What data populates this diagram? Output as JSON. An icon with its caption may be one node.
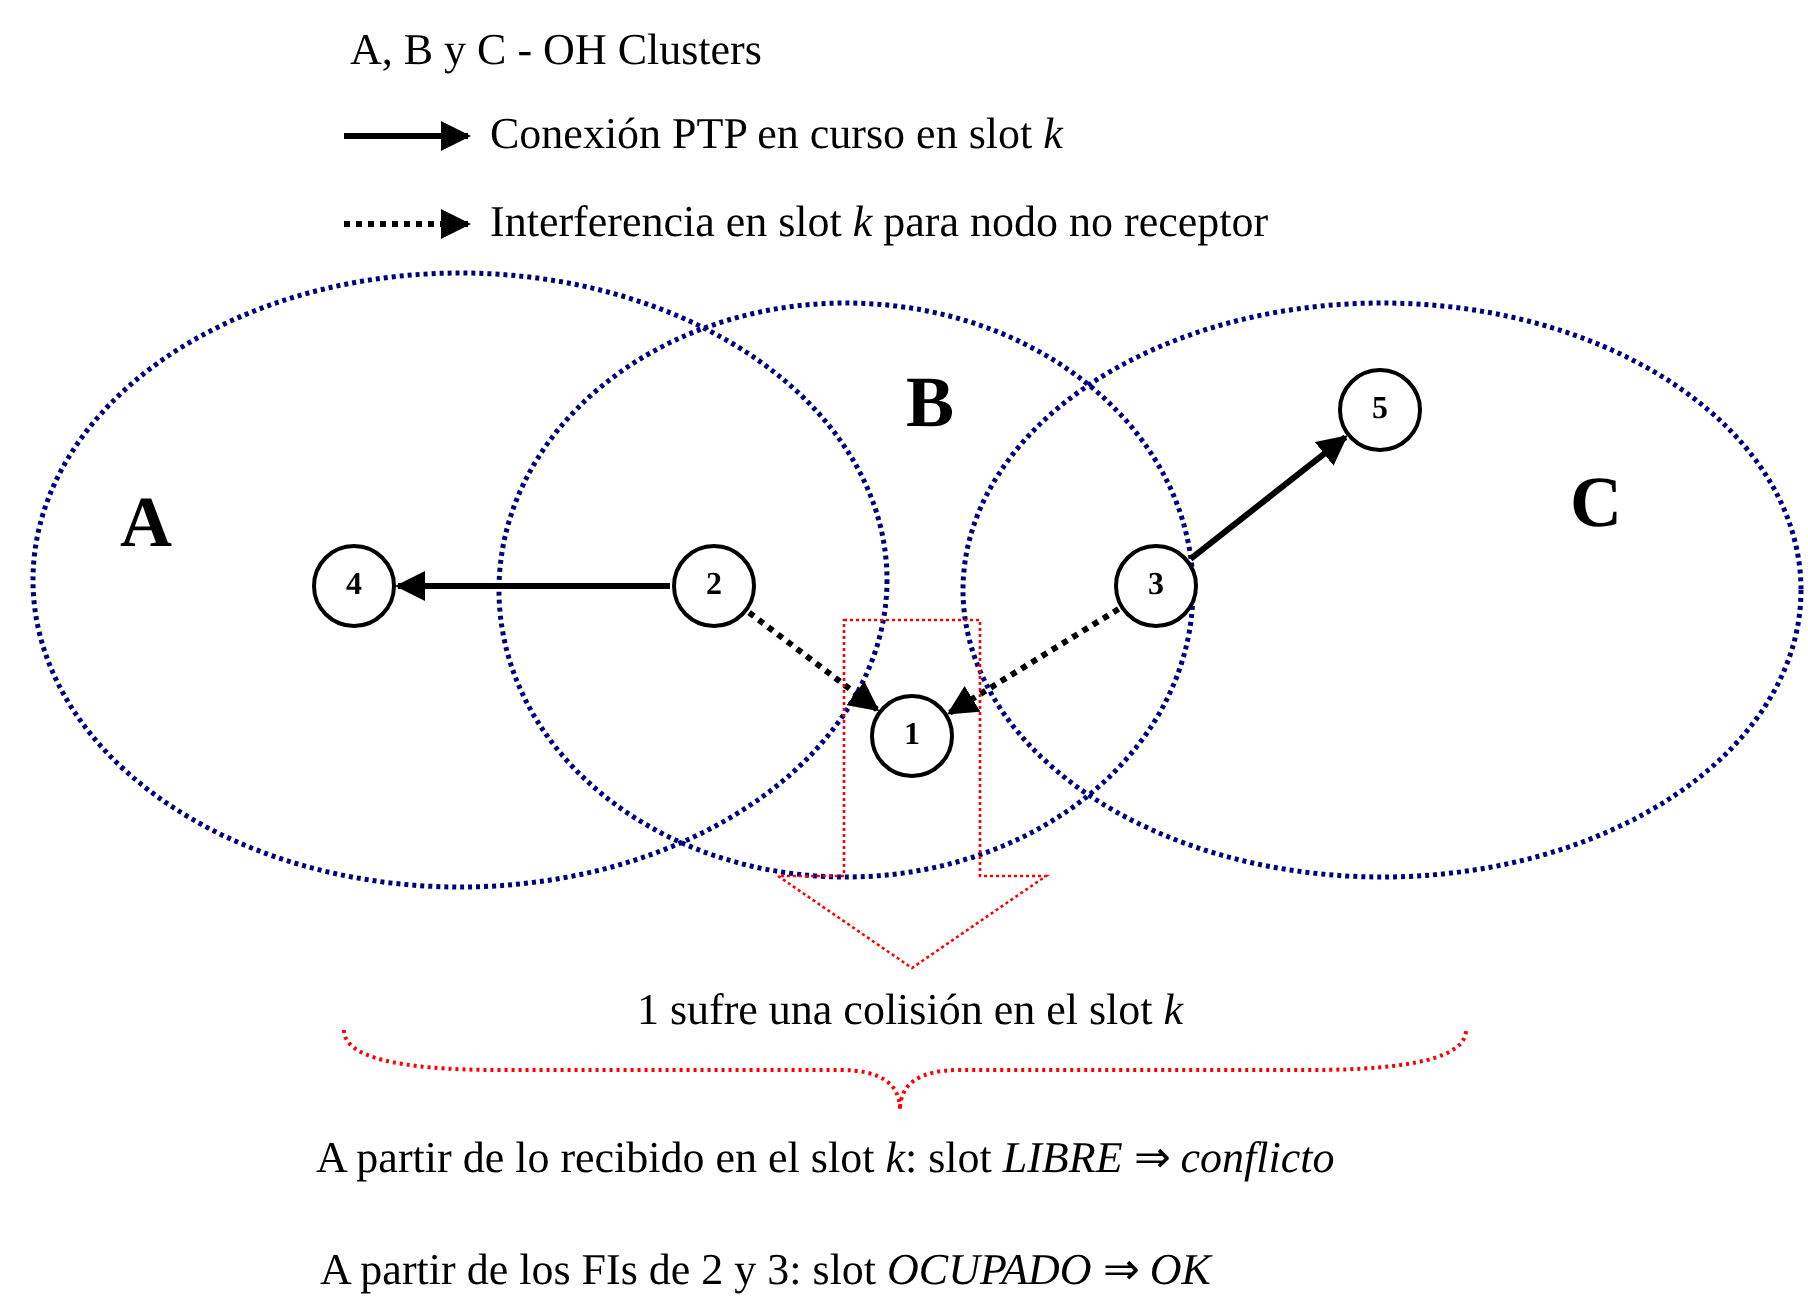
{
  "diagram": {
    "nodes": [
      {
        "text": [
          "A"
        ]
      },
      {
        "text": [
          "B"
        ]
      },
      {
        "text": [
          "C"
        ]
      },
      {
        "text": [
          "5"
        ],
        "in": 2
      },
      {
        "text": [
          "4"
        ],
        "in": 0
      },
      {
        "text": [
          "2"
        ]
      },
      {
        "text": [
          "3"
        ]
      },
      {
        "text": [
          "1"
        ],
        "in": 1
      },
      {
        "text": [
          "1 sufre una colisión en el slot *k*"
        ]
      }
    ],
    "edges": [
      {
        "from": 5,
        "to": 4,
        "arrow": "to"
      },
      {
        "from": 6,
        "to": 3,
        "arrow": "to"
      },
      {
        "from": 5,
        "to": 7,
        "arrow": "to",
        "style": "dashed"
      },
      {
        "from": 6,
        "to": 7,
        "arrow": "to",
        "style": "dashed"
      },
      {
        "from": 7,
        "to": 8,
        "arrow": "to",
        "style": "dashed",
        "color": "#ff0000"
      }
    ],
    "labels": [
      "A, B y C  - OH Clusters",
      "A partir de lo recibido en el slot *k*: slot *LIBRE* ⇒ *conflicto*",
      "A partir de los FIs de 2 y 3: slot *OCUPADO* ⇒ *OK*"
    ],
    "legend": [
      {
        "text": "Conexión PTP en curso en slot *k*"
      },
      {
        "text": "Interferencia en slot *k* para nodo no receptor"
      }
    ]
  }
}
